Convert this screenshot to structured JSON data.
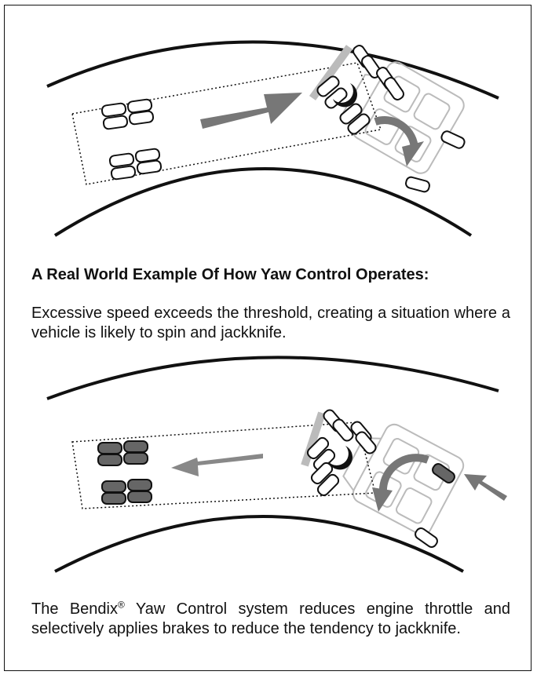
{
  "example1": {
    "heading": "A Real World Example Of How Yaw Control Operates:",
    "description": "Excessive speed exceeds the threshold, creating a situation where a vehicle is likely to spin and jackknife."
  },
  "example2": {
    "description_brand": "The Bendix",
    "description_mark": "®",
    "description_rest": " Yaw Control system reduces engine throttle and selectively applies brakes to reduce the tendency to jackknife."
  },
  "colors": {
    "line": "#111111",
    "arrow": "#777777",
    "braked_wheel": "#666666",
    "tractor_outline": "#bbbbbb"
  },
  "icons": [
    "forward-motion-arrow",
    "spin-rotation-arrow",
    "counter-rotation-arrow",
    "braking-force-arrow"
  ]
}
